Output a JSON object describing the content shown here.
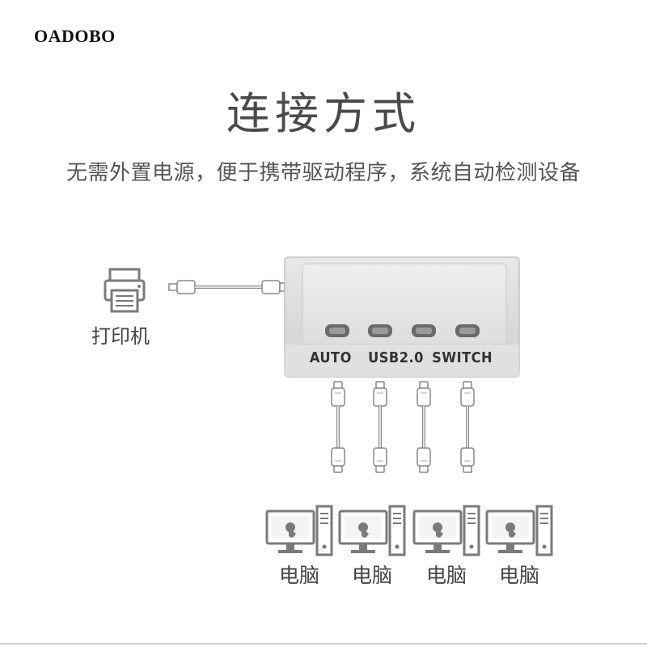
{
  "brand": "OADOBO",
  "title": "连接方式",
  "subtitle": "无需外置电源，便于携带驱动程序，系统自动检测设备",
  "switch": {
    "label": "AUTO  USB2.0 SWITCH",
    "port_count": 4
  },
  "printer": {
    "label": "打印机",
    "icon": "printer-icon"
  },
  "computers": [
    {
      "label": "电脑",
      "icon": "computer-icon"
    },
    {
      "label": "电脑",
      "icon": "computer-icon"
    },
    {
      "label": "电脑",
      "icon": "computer-icon"
    },
    {
      "label": "电脑",
      "icon": "computer-icon"
    }
  ],
  "colors": {
    "switch_body": "#d9d9d9",
    "switch_face": "#e6e6e6",
    "cable": "#8a8a8a",
    "icon": "#7a7a7a"
  }
}
